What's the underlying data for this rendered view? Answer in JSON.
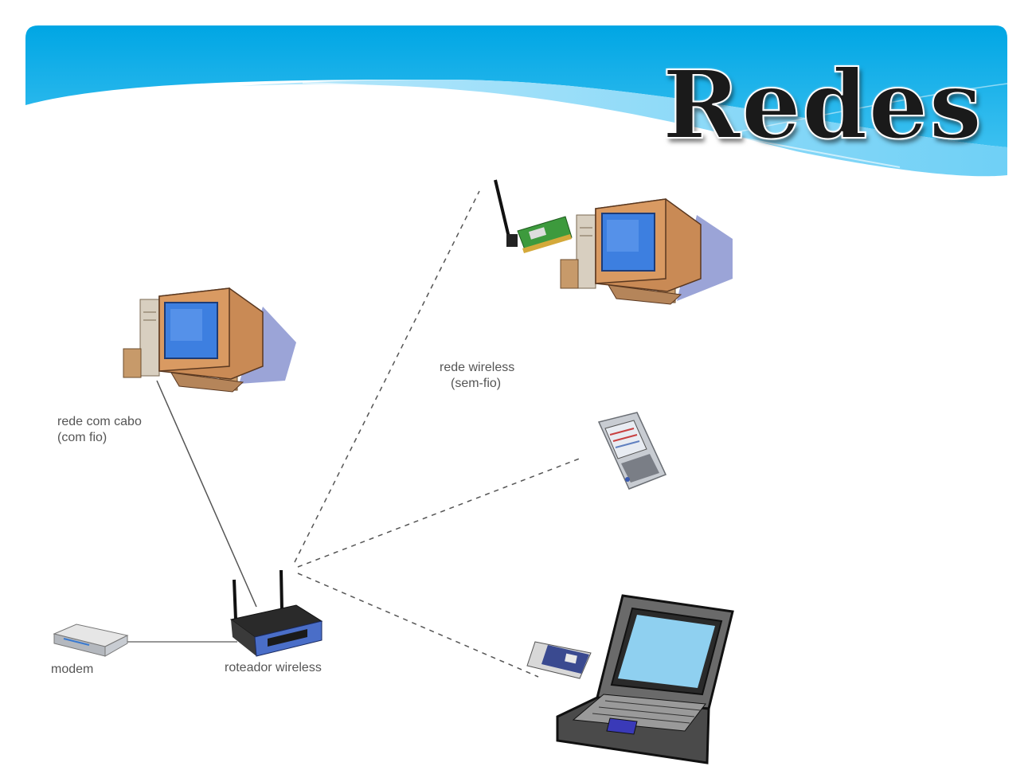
{
  "slide": {
    "title": "Redes"
  },
  "diagram": {
    "labels": {
      "wired_line1": "rede com cabo",
      "wired_line2": "(com fio)",
      "wireless_line1": "rede wireless",
      "wireless_line2": "(sem-fio)",
      "modem": "modem",
      "router": "roteador wireless"
    },
    "nodes": [
      "desktop-computer-wired",
      "desktop-computer-wireless",
      "wireless-network-card",
      "pda-handheld",
      "laptop",
      "pcmcia-wireless-card",
      "modem",
      "wireless-router"
    ],
    "connections": [
      {
        "from": "wireless-router",
        "to": "desktop-computer-wired",
        "style": "solid"
      },
      {
        "from": "modem",
        "to": "wireless-router",
        "style": "solid"
      },
      {
        "from": "wireless-router",
        "to": "desktop-computer-wireless",
        "style": "dashed"
      },
      {
        "from": "wireless-router",
        "to": "pda-handheld",
        "style": "dashed"
      },
      {
        "from": "wireless-router",
        "to": "laptop",
        "style": "dashed"
      }
    ]
  },
  "colors": {
    "banner_dark": "#00a8e6",
    "banner_light": "#8fd8f8",
    "title_text": "#1a1a1a",
    "label_text": "#555555"
  }
}
